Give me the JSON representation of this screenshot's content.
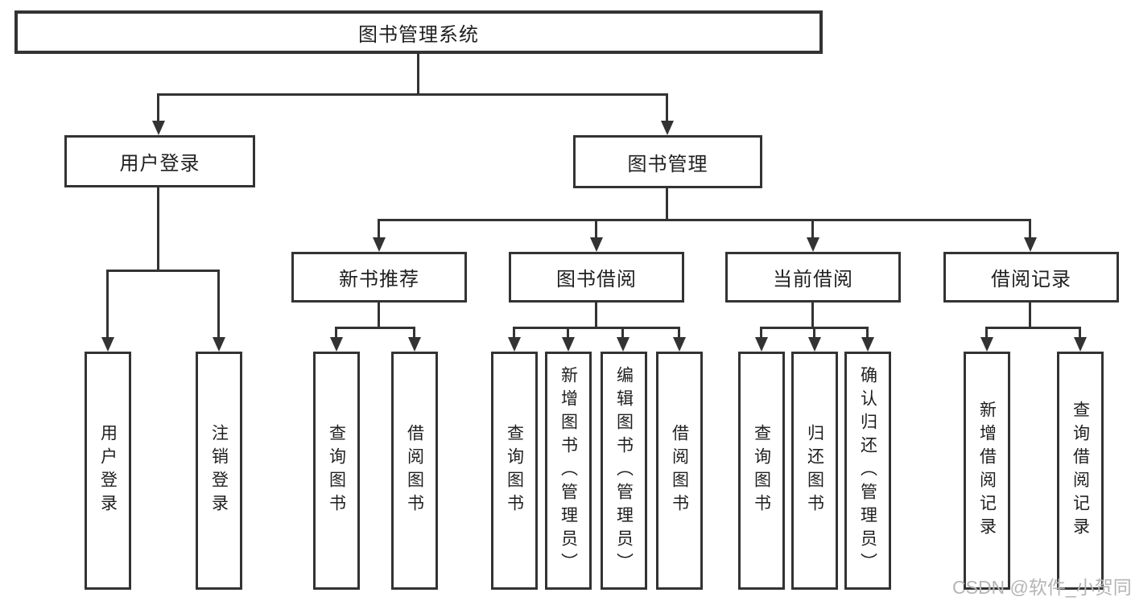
{
  "diagram": {
    "type": "tree-structure-diagram",
    "title": "图书管理系统",
    "watermark": "CSDN @软件_小贺同学",
    "colors": {
      "background": "#ffffff",
      "line": "#333333",
      "text": "#1f1f1f",
      "watermark": "#b5b5b5"
    }
  },
  "nodes": {
    "root": {
      "label": "图书管理系统"
    },
    "level2": [
      {
        "label": "用户登录"
      },
      {
        "label": "图书管理"
      }
    ],
    "level3": [
      {
        "label": "新书推荐",
        "parent": "图书管理"
      },
      {
        "label": "图书借阅",
        "parent": "图书管理"
      },
      {
        "label": "当前借阅",
        "parent": "图书管理"
      },
      {
        "label": "借阅记录",
        "parent": "图书管理"
      }
    ],
    "level4": [
      {
        "label": "用户登录",
        "parent": "用户登录"
      },
      {
        "label": "注销登录",
        "parent": "用户登录"
      },
      {
        "label": "查询图书",
        "parent": "新书推荐"
      },
      {
        "label": "借阅图书",
        "parent": "新书推荐"
      },
      {
        "label": "查询图书",
        "parent": "图书借阅"
      },
      {
        "label": "新增图书（管理员）",
        "parent": "图书借阅"
      },
      {
        "label": "编辑图书（管理员）",
        "parent": "图书借阅"
      },
      {
        "label": "借阅图书",
        "parent": "图书借阅"
      },
      {
        "label": "查询图书",
        "parent": "当前借阅"
      },
      {
        "label": "归还图书",
        "parent": "当前借阅"
      },
      {
        "label": "确认归还（管理员）",
        "parent": "当前借阅"
      },
      {
        "label": "新增借阅记录",
        "parent": "借阅记录"
      },
      {
        "label": "查询借阅记录",
        "parent": "借阅记录"
      }
    ]
  }
}
